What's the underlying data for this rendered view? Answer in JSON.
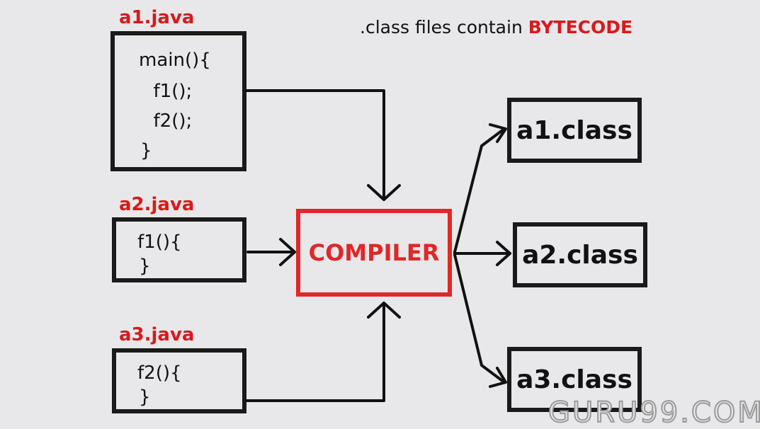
{
  "header_note": {
    "prefix": ".class files contain ",
    "highlight": "BYTECODE"
  },
  "sources": [
    {
      "label": "a1.java",
      "lines": [
        "main(){",
        "  f1();",
        "  f2();",
        "}"
      ]
    },
    {
      "label": "a2.java",
      "lines": [
        "f1(){",
        "}"
      ]
    },
    {
      "label": "a3.java",
      "lines": [
        "f2(){",
        "}"
      ]
    }
  ],
  "compiler": {
    "label": "COMPILER"
  },
  "outputs": [
    "a1.class",
    "a2.class",
    "a3.class"
  ],
  "watermark": "GURU99.COM",
  "colors": {
    "accent": "#e12727",
    "stroke": "#1a1a1a",
    "background": "#e8e8ea"
  }
}
